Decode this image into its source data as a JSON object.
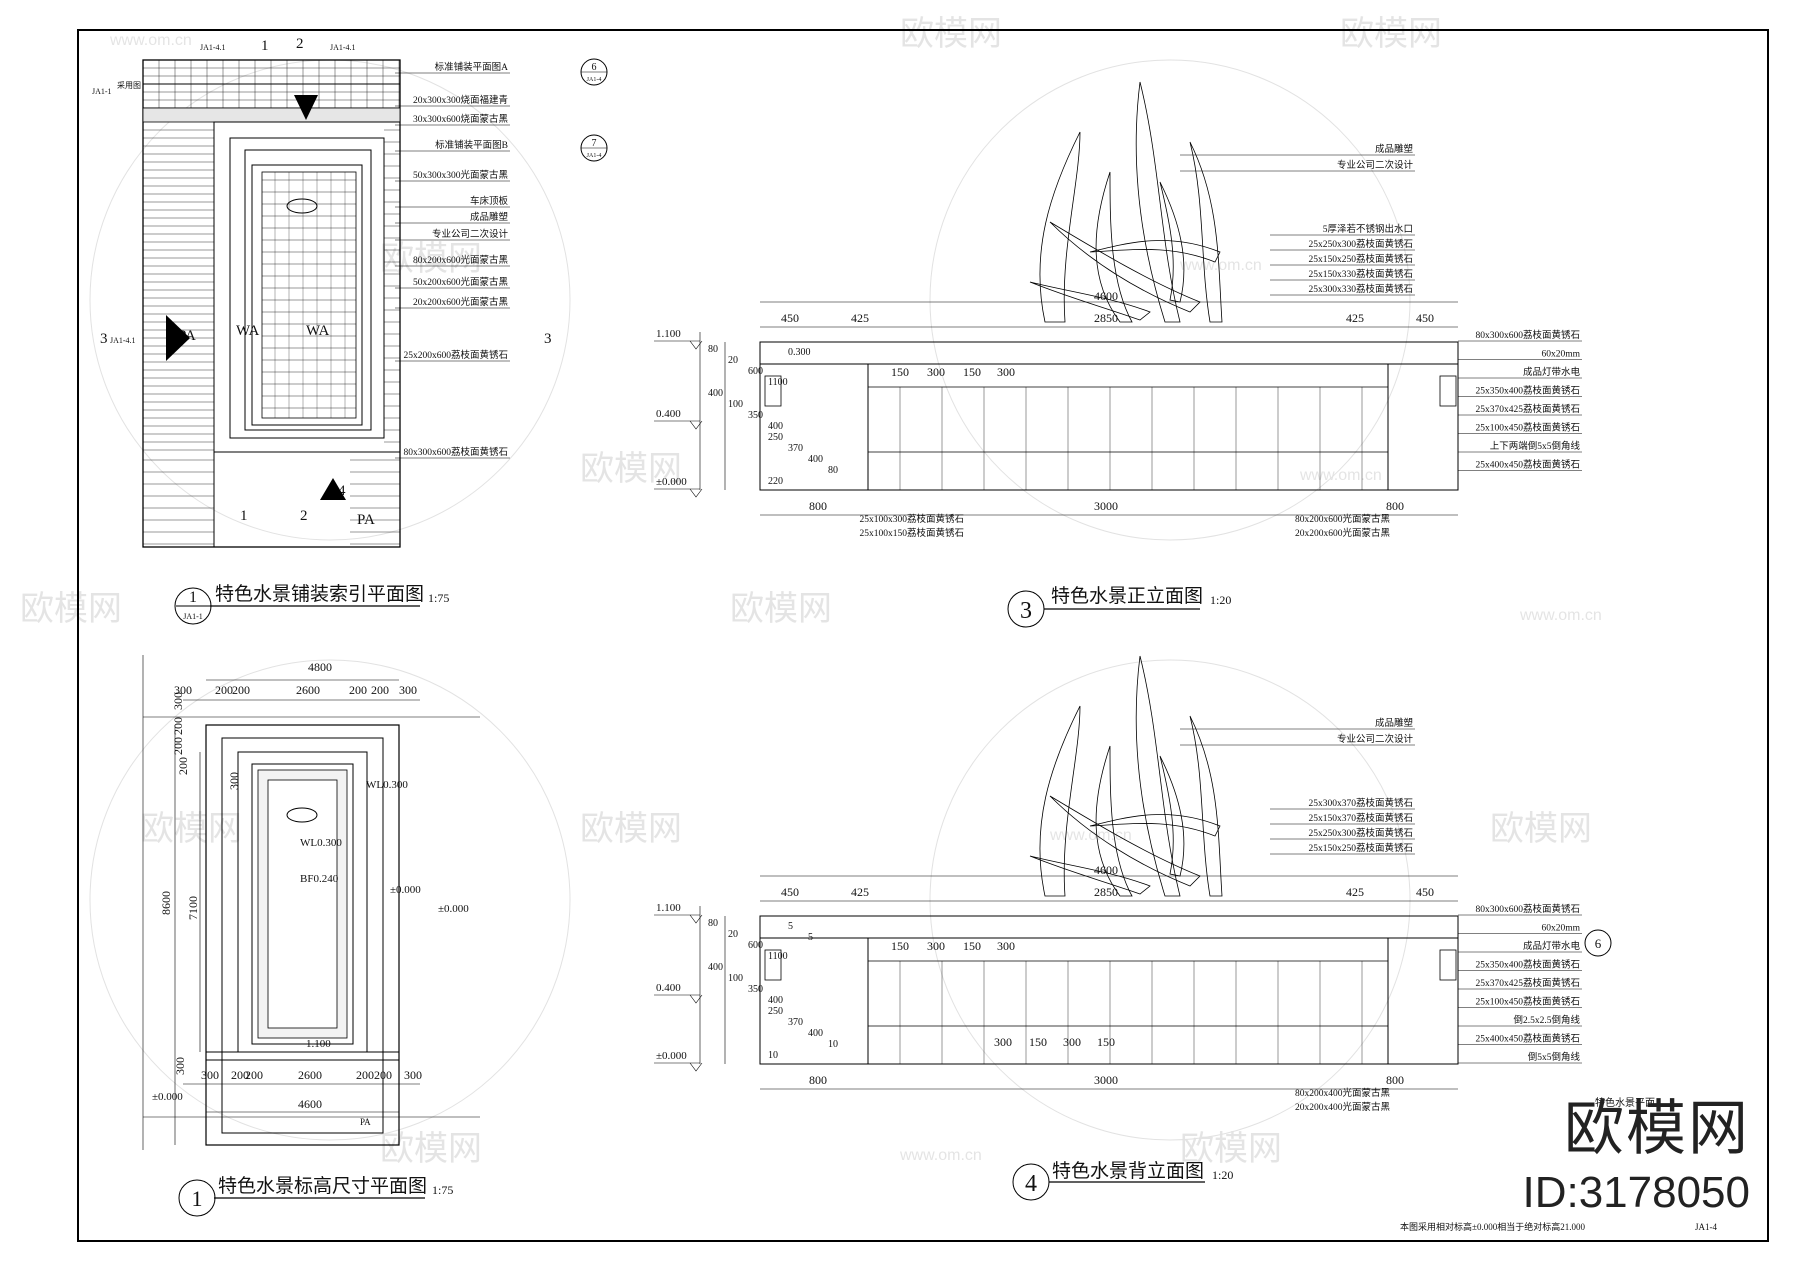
{
  "sheet": {
    "number": "JA1-4",
    "note": "本图采用相对标高±0.000相当于绝对标高21.000"
  },
  "watermark": {
    "brand": "欧模网",
    "url": "www.om.cn",
    "id": "ID:3178050"
  },
  "views": {
    "v1": {
      "num": "1",
      "ref": "JA1-1",
      "title": "特色水景铺装索引平面图",
      "scale": "1:75"
    },
    "v2": {
      "num": "1",
      "title": "特色水景标高尺寸平面图",
      "scale": "1:75"
    },
    "v3": {
      "num": "3",
      "title": "特色水景正立面图",
      "scale": "1:20"
    },
    "v4": {
      "num": "4",
      "title": "特色水景背立面图",
      "scale": "1:20"
    }
  },
  "plan1": {
    "callouts": [
      "标准铺装平面图A",
      "20x300x300烧面福建青",
      "30x300x600烧面蒙古黑",
      "标准铺装平面图B",
      "50x300x300光面蒙古黑",
      "车床顶板",
      "成品雕塑",
      "专业公司二次设计",
      "80x200x600光面蒙古黑",
      "50x200x600光面蒙古黑",
      "20x200x600光面蒙古黑",
      "25x200x600荔枝面黄锈石",
      "80x300x600荔枝面黄锈石"
    ],
    "bubbles": [
      {
        "n": "6",
        "r": "JA1-4"
      },
      {
        "n": "7",
        "r": "JA1-4"
      }
    ],
    "labels": [
      "JA1-4.1",
      "2",
      "JA1-4.1",
      "1",
      "采用图",
      "JA1-1",
      "3",
      "JA1-4.1",
      "3",
      "PA",
      "WA",
      "WA",
      "1",
      "2",
      "4",
      "PA"
    ]
  },
  "plan2": {
    "dims_top": [
      "4800",
      "300",
      "200",
      "200",
      "2600",
      "200",
      "200",
      "300"
    ],
    "dims_bottom": [
      "300",
      "200",
      "200",
      "2600",
      "200",
      "200",
      "300",
      "4600"
    ],
    "dims_left": [
      "300",
      "200",
      "200",
      "200",
      "8600",
      "7100",
      "300"
    ],
    "levels": [
      "WL0.300",
      "WL0.300",
      "BF0.240",
      "±0.000",
      "±0.000",
      "1.100",
      "±0.000"
    ],
    "labels": [
      "300",
      "PA"
    ]
  },
  "elev3": {
    "top_dims": [
      "450",
      "425",
      "4600",
      "2850",
      "425",
      "450"
    ],
    "inner_dims": [
      "150",
      "300",
      "150",
      "300"
    ],
    "bottom_dims": [
      "800",
      "3000",
      "800"
    ],
    "left_dims": [
      "80",
      "20",
      "600",
      "1100",
      "400",
      "100",
      "350",
      "400",
      "250",
      "370",
      "400",
      "80",
      "220",
      "0.300"
    ],
    "levels": [
      "1.100",
      "0.400",
      "±0.000"
    ],
    "callouts_top": [
      "成品雕塑",
      "专业公司二次设计",
      "5厚泽若不锈钢出水口",
      "25x250x300荔枝面黄锈石",
      "25x150x250荔枝面黄锈石",
      "25x150x330荔枝面黄锈石",
      "25x300x330荔枝面黄锈石"
    ],
    "callouts_right": [
      "80x300x600荔枝面黄锈石",
      "60x20mm",
      "成品灯带水电",
      "25x350x400荔枝面黄锈石",
      "25x370x425荔枝面黄锈石",
      "25x100x450荔枝面黄锈石",
      "上下两端倒5x5倒角线",
      "25x400x450荔枝面黄锈石"
    ],
    "callouts_bottom": [
      "25x100x300荔枝面黄锈石",
      "25x100x150荔枝面黄锈石",
      "80x200x600光面蒙古黑",
      "20x200x600光面蒙古黑"
    ]
  },
  "elev4": {
    "top_dims": [
      "450",
      "425",
      "4600",
      "2850",
      "425",
      "450"
    ],
    "inner_dims": [
      "150",
      "300",
      "150",
      "300"
    ],
    "mid_dims": [
      "300",
      "150",
      "300",
      "150"
    ],
    "bottom_dims": [
      "800",
      "3000",
      "800"
    ],
    "left_dims": [
      "80",
      "20",
      "600",
      "1100",
      "400",
      "100",
      "350",
      "400",
      "250",
      "370",
      "400",
      "10",
      "10",
      "5",
      "5"
    ],
    "levels": [
      "1.100",
      "0.400",
      "±0.000"
    ],
    "callouts_top": [
      "成品雕塑",
      "专业公司二次设计",
      "25x300x370荔枝面黄锈石",
      "25x150x370荔枝面黄锈石",
      "25x250x300荔枝面黄锈石",
      "25x150x250荔枝面黄锈石"
    ],
    "callouts_right": [
      "80x300x600荔枝面黄锈石",
      "60x20mm",
      "成品灯带水电",
      "25x350x400荔枝面黄锈石",
      "25x370x425荔枝面黄锈石",
      "25x100x450荔枝面黄锈石",
      "倒2.5x2.5倒角线",
      "25x400x450荔枝面黄锈石",
      "倒5x5倒角线"
    ],
    "callouts_bottom": [
      "80x200x400光面蒙古黑",
      "20x200x400光面蒙古黑"
    ],
    "bubble": "6",
    "mark": "特色水景平面"
  }
}
